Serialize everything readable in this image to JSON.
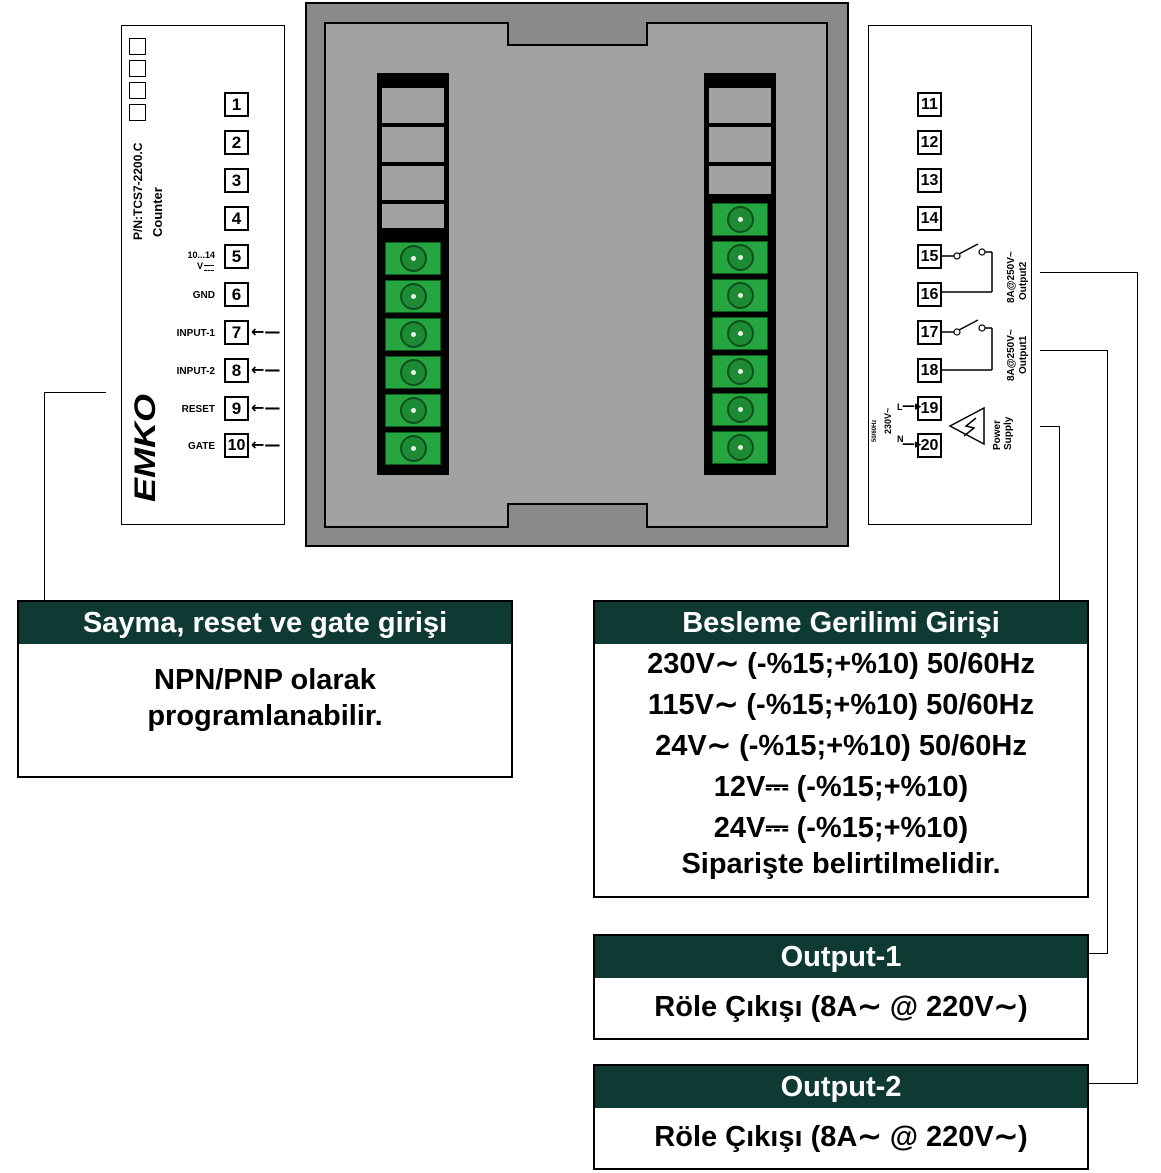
{
  "left_panel": {
    "part_number": "P/N:TCS7-2200.C",
    "model": "Counter",
    "brand": "EMKO",
    "terminals": [
      {
        "num": "1",
        "label": "",
        "arrow": false
      },
      {
        "num": "2",
        "label": "",
        "arrow": false
      },
      {
        "num": "3",
        "label": "",
        "arrow": false
      },
      {
        "num": "4",
        "label": "",
        "arrow": false
      },
      {
        "num": "5",
        "label": "10...14 V",
        "arrow": false
      },
      {
        "num": "6",
        "label": "GND",
        "arrow": false
      },
      {
        "num": "7",
        "label": "INPUT-1",
        "arrow": true
      },
      {
        "num": "8",
        "label": "INPUT-2",
        "arrow": true
      },
      {
        "num": "9",
        "label": "RESET",
        "arrow": true
      },
      {
        "num": "10",
        "label": "GATE",
        "arrow": true
      }
    ],
    "label_5_top": "10...14",
    "label_5_bottom": "V"
  },
  "right_panel": {
    "terminals": [
      "11",
      "12",
      "13",
      "14",
      "15",
      "16",
      "17",
      "18",
      "19",
      "20"
    ],
    "output2_label": "Output2",
    "output2_rating": "8A@250V~",
    "output1_label": "Output1",
    "output1_rating": "8A@250V~",
    "l_label": "L",
    "n_label": "N",
    "supply_voltage": "230V~",
    "supply_freq": "50/60Hz",
    "power_supply_label": "Power Supply"
  },
  "boxes": {
    "input": {
      "title": "Sayma, reset ve gate girişi",
      "lines": [
        "NPN/PNP olarak",
        "programlanabilir."
      ]
    },
    "supply": {
      "title": "Besleme Gerilimi Girişi",
      "lines": [
        "230V∼ (-%15;+%10) 50/60Hz",
        "115V∼ (-%15;+%10) 50/60Hz",
        "24V∼ (-%15;+%10) 50/60Hz",
        "12V⎓ (-%15;+%10)",
        "24V⎓ (-%15;+%10)",
        "Siparişte belirtilmelidir."
      ]
    },
    "output1": {
      "title": "Output-1",
      "line": "Röle Çıkışı (8A∼ @ 220V∼)"
    },
    "output2": {
      "title": "Output-2",
      "line": "Röle Çıkışı (8A∼ @ 220V∼)"
    }
  },
  "colors": {
    "header_bg": "#0f3a33",
    "connector_green": "#26a640",
    "device_body": "#8a8a8a",
    "device_face": "#a2a2a2"
  }
}
